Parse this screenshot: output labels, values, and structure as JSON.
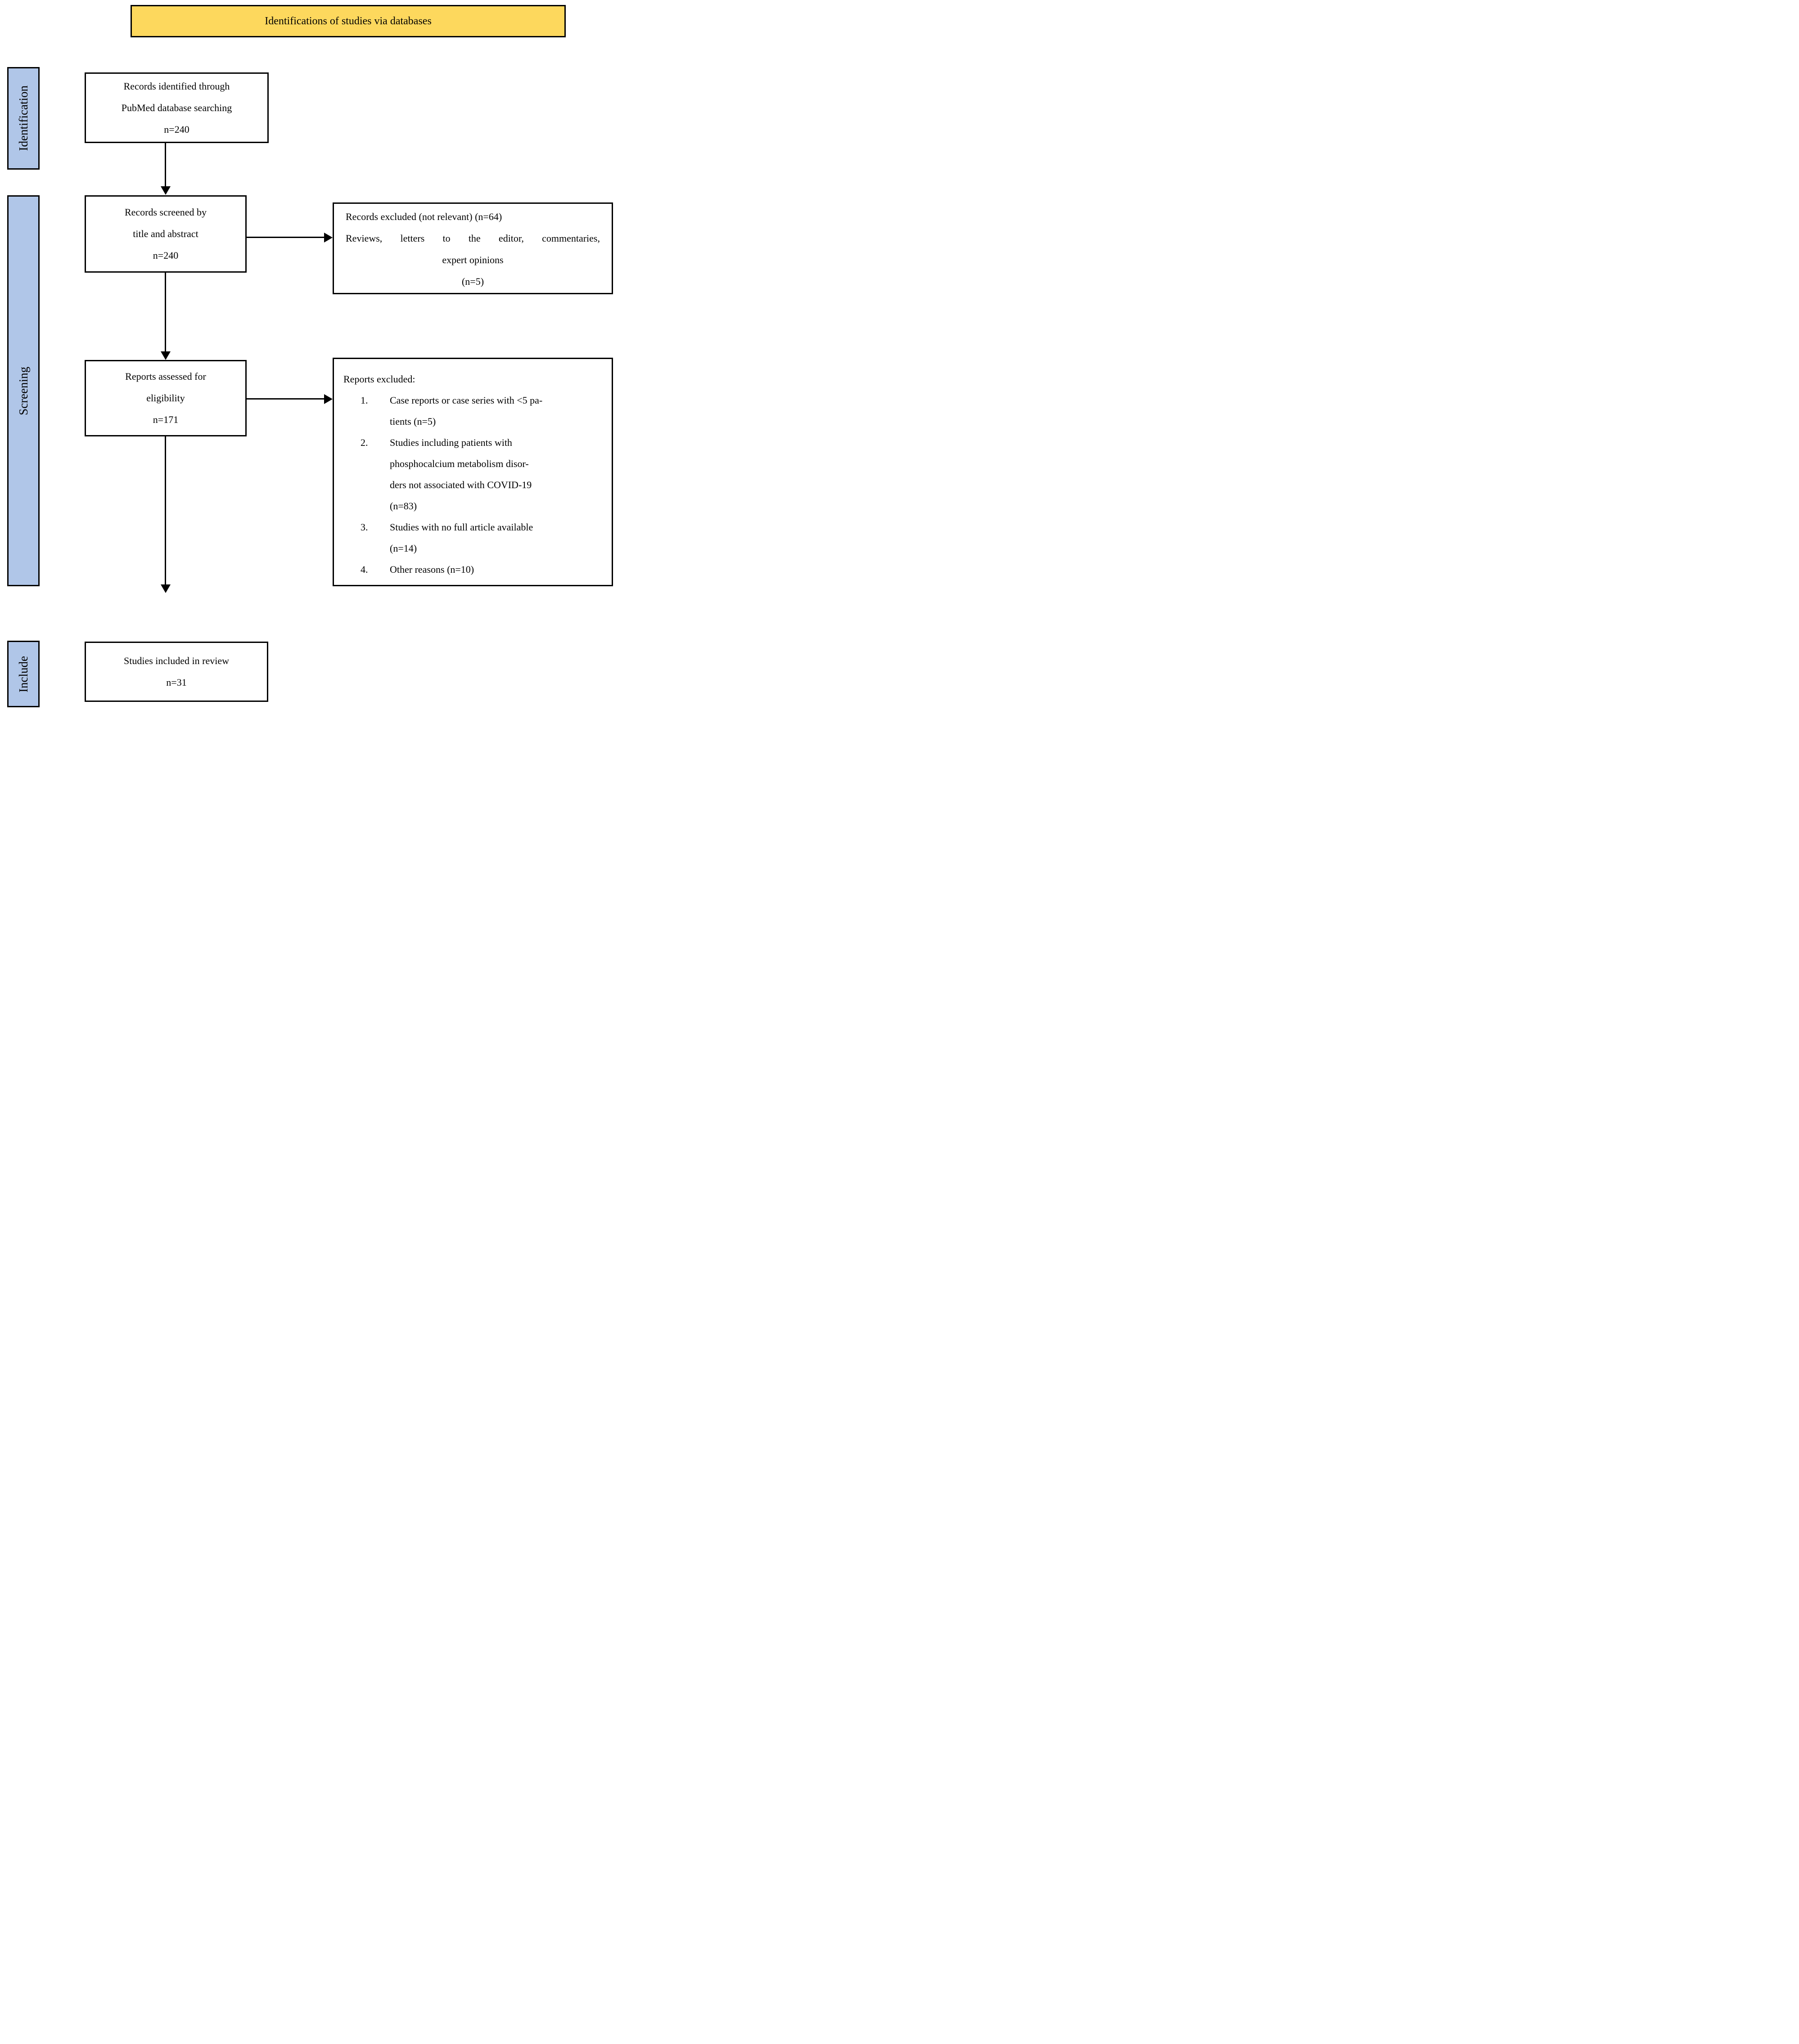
{
  "diagram": {
    "title": "Identifications of studies via databases"
  },
  "stages": [
    {
      "label": "Identification"
    },
    {
      "label": "Screening"
    },
    {
      "label": "Include"
    }
  ],
  "boxes": {
    "identified": {
      "lines": [
        "Records identified through",
        "PubMed database searching",
        "n=240"
      ]
    },
    "screened": {
      "lines": [
        "Records screened by",
        "title and abstract",
        "n=240"
      ]
    },
    "records_excluded": {
      "lines": [
        "Records excluded (not relevant) (n=64)",
        "Reviews, letters to the editor, commentaries,",
        "expert opinions",
        "(n=5)"
      ]
    },
    "assessed": {
      "lines": [
        "Reports assessed for",
        "eligibility",
        "n=171"
      ]
    },
    "reports_excluded": {
      "heading": "Reports excluded:",
      "items": [
        {
          "number": "1.",
          "lines": [
            "Case reports or case series with <5 pa-",
            "tients (n=5)"
          ]
        },
        {
          "number": "2.",
          "lines": [
            "Studies including patients with",
            "phosphocalcium metabolism disor-",
            "ders not associated with COVID-19",
            "(n=83)"
          ]
        },
        {
          "number": "3.",
          "lines": [
            "Studies with no full article available",
            "(n=14)"
          ]
        },
        {
          "number": "4.",
          "lines": [
            "Other reasons (n=10)"
          ]
        }
      ]
    },
    "included": {
      "lines": [
        "Studies included in review",
        "n=31"
      ]
    }
  },
  "colors": {
    "title_fill": "#FDD85D",
    "stage_fill": "#B0C6E8",
    "border": "#000000",
    "arrow": "#000000"
  }
}
